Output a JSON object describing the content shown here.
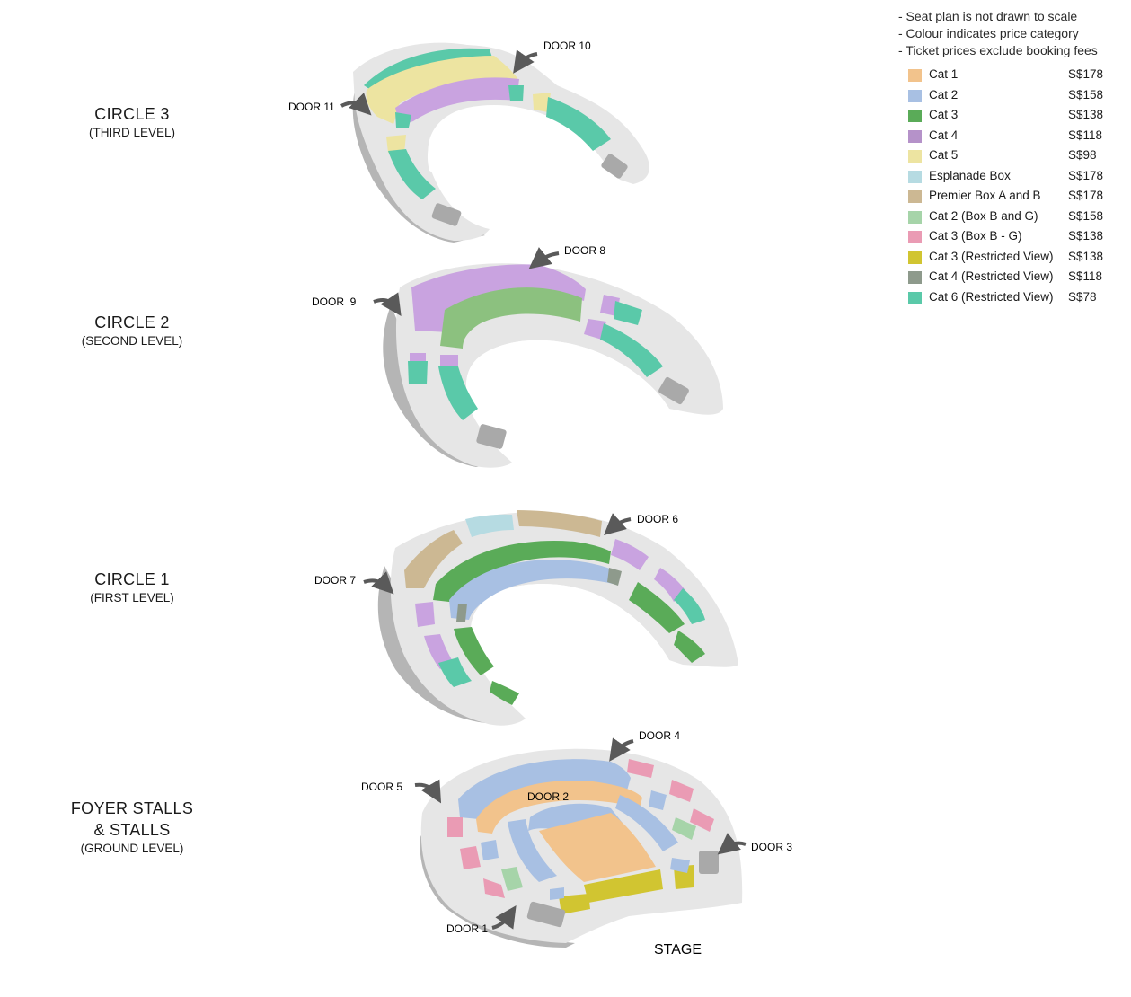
{
  "levels": [
    {
      "title": "CIRCLE 3",
      "subtitle": "(THIRD LEVEL)"
    },
    {
      "title": "CIRCLE 2",
      "subtitle": "(SECOND LEVEL)"
    },
    {
      "title": "CIRCLE 1",
      "subtitle": "(FIRST LEVEL)"
    },
    {
      "title": "FOYER STALLS",
      "title2": "& STALLS",
      "subtitle": "(GROUND LEVEL)"
    }
  ],
  "doors": {
    "d1": "DOOR 1",
    "d2": "DOOR 2",
    "d3": "DOOR 3",
    "d4": "DOOR 4",
    "d5": "DOOR 5",
    "d6": "DOOR 6",
    "d7": "DOOR 7",
    "d8": "DOOR 8",
    "d9": "DOOR  9",
    "d10": "DOOR 10",
    "d11": "DOOR 11"
  },
  "stage_label": "STAGE",
  "notes": [
    "- Seat plan is not drawn to scale",
    "- Colour indicates price category",
    "- Ticket prices exclude booking fees"
  ],
  "legend": [
    {
      "name": "Cat 1",
      "price": "S$178",
      "color": "#f2c38c"
    },
    {
      "name": "Cat 2",
      "price": "S$158",
      "color": "#a8c0e3"
    },
    {
      "name": "Cat 3",
      "price": "S$138",
      "color": "#5aab58"
    },
    {
      "name": "Cat 4",
      "price": "S$118",
      "color": "#b592c9"
    },
    {
      "name": "Cat 5",
      "price": "S$98",
      "color": "#ede4a1"
    },
    {
      "name": "Esplanade Box",
      "price": "S$178",
      "color": "#b6dbe2"
    },
    {
      "name": "Premier Box A and B",
      "price": "S$178",
      "color": "#ccb893"
    },
    {
      "name": "Cat 2 (Box B and G)",
      "price": "S$158",
      "color": "#a6d4a9"
    },
    {
      "name": "Cat 3 (Box B - G)",
      "price": "S$138",
      "color": "#ea9bb4"
    },
    {
      "name": "Cat 3 (Restricted View)",
      "price": "S$138",
      "color": "#d1c531"
    },
    {
      "name": "Cat 4 (Restricted View)",
      "price": "S$118",
      "color": "#8e9a8c"
    },
    {
      "name": "Cat 6 (Restricted View)",
      "price": "S$78",
      "color": "#5ac9a9"
    }
  ]
}
